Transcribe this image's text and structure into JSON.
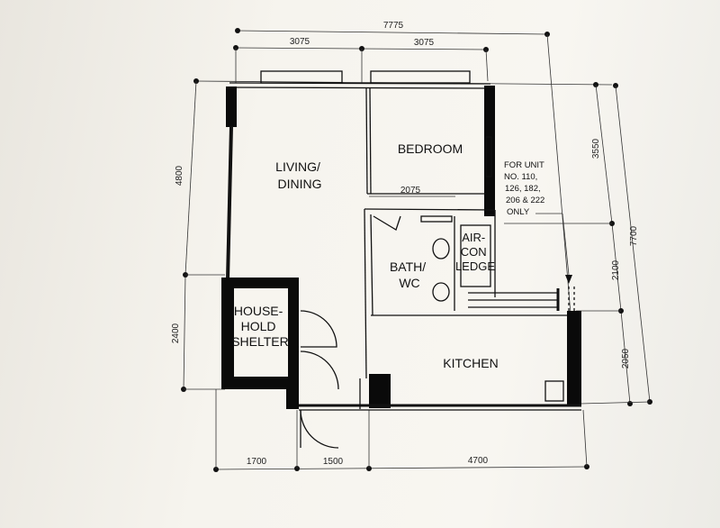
{
  "rooms": {
    "living": [
      "LIVING/",
      "DINING"
    ],
    "bedroom": "BEDROOM",
    "bath": [
      "BATH/",
      "WC"
    ],
    "aircon": [
      "AIR-",
      "CON",
      "LEDGE"
    ],
    "shelter": [
      "HOUSE-",
      "HOLD",
      "SHELTER"
    ],
    "kitchen": "KITCHEN"
  },
  "dimensions": {
    "overall_width": "7775",
    "top_left": "3075",
    "top_right": "3075",
    "bedroom_inner": "2075",
    "left_upper": "4800",
    "left_lower": "2400",
    "right_upper": "3550",
    "right_middle": "2100",
    "right_lower": "2050",
    "overall_height": "7700",
    "bottom_left": "1700",
    "bottom_middle": "1500",
    "bottom_right": "4700"
  },
  "note": [
    "FOR UNIT",
    "NO. 110,",
    "126, 182,",
    "206 & 222",
    "ONLY"
  ]
}
